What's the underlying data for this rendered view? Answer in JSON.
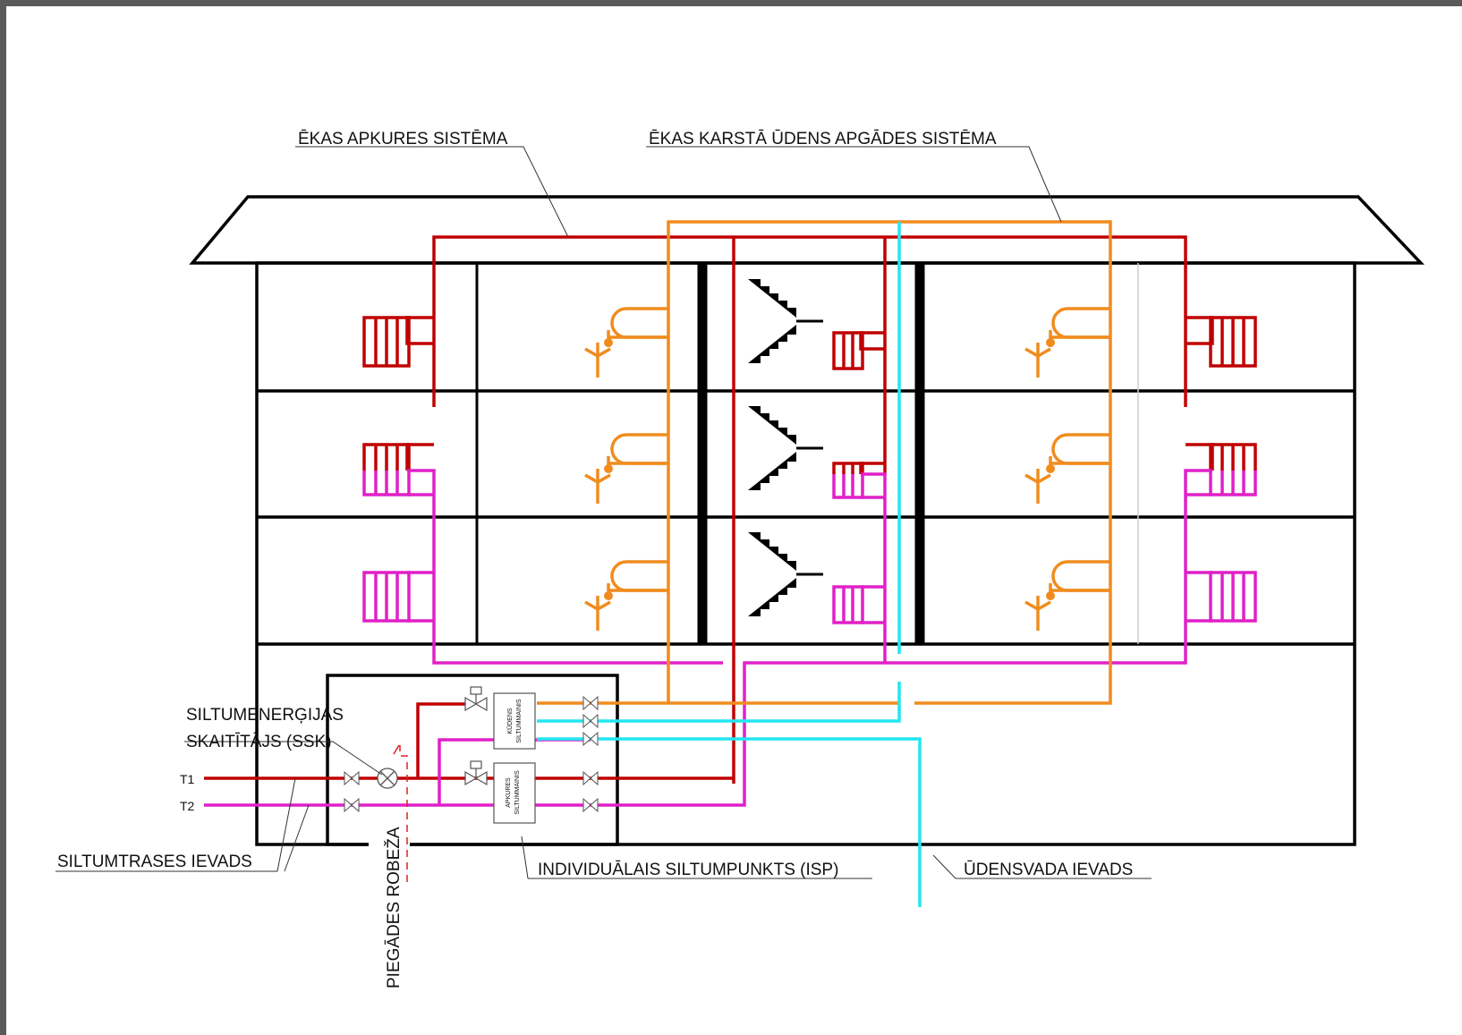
{
  "labels": {
    "heating_system": "ĒKAS APKURES SISTĒMA",
    "hot_water_system": "ĒKAS KARSTĀ ŪDENS APGĀDES SISTĒMA",
    "meter_line1": "SILTUMENERĢIJAS",
    "meter_line2": "SKAITĪTĀJS (SSK)",
    "t1": "T1",
    "t2": "T2",
    "district_heating_inlet": "SILTUMTRASES IEVADS",
    "supply_boundary": "PIEGĀDES ROBEŽA",
    "substation": "INDIVIDUĀLAIS SILTUMPUNKTS (ISP)",
    "water_inlet": "ŪDENSVADA IEVADS",
    "hx_water_line1": "KŪDENS",
    "hx_water_line2": "SILTUMMAINIS",
    "hx_heating_line1": "APKURES",
    "hx_heating_line2": "SILTUMMAINIS"
  },
  "colors": {
    "supply_pipe": "#c00000",
    "return_pipe": "#e020c8",
    "hot_water_pipe": "#f08c1e",
    "cold_water_pipe": "#22e6f0",
    "structure": "#000000"
  }
}
